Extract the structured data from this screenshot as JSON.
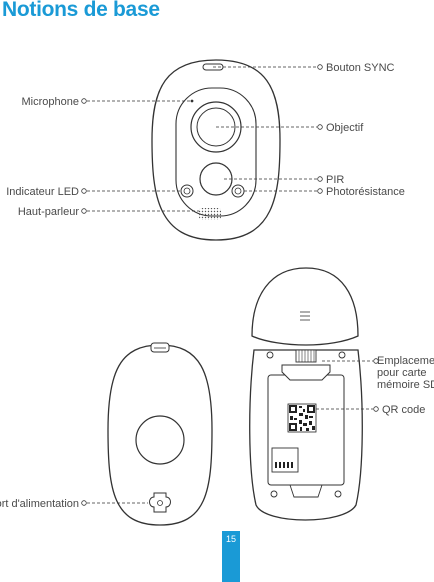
{
  "page": {
    "title": "Notions de base",
    "page_number": "15"
  },
  "front_view": {
    "labels": {
      "sync_button": "Bouton SYNC",
      "microphone": "Microphone",
      "lens": "Objectif",
      "pir": "PIR",
      "led_indicator": "Indicateur LED",
      "photoresistor": "Photorésistance",
      "speaker": "Haut-parleur"
    }
  },
  "back_view": {
    "labels": {
      "power_port": "Port d'alimentation"
    }
  },
  "open_view": {
    "labels": {
      "sd_slot_line1": "Emplacement",
      "sd_slot_line2": "pour carte",
      "sd_slot_line3": "mémoire SD",
      "qr_code": "QR code"
    }
  },
  "colors": {
    "accent": "#1a9ad6",
    "outline": "#333333",
    "text": "#4a4a4a"
  }
}
